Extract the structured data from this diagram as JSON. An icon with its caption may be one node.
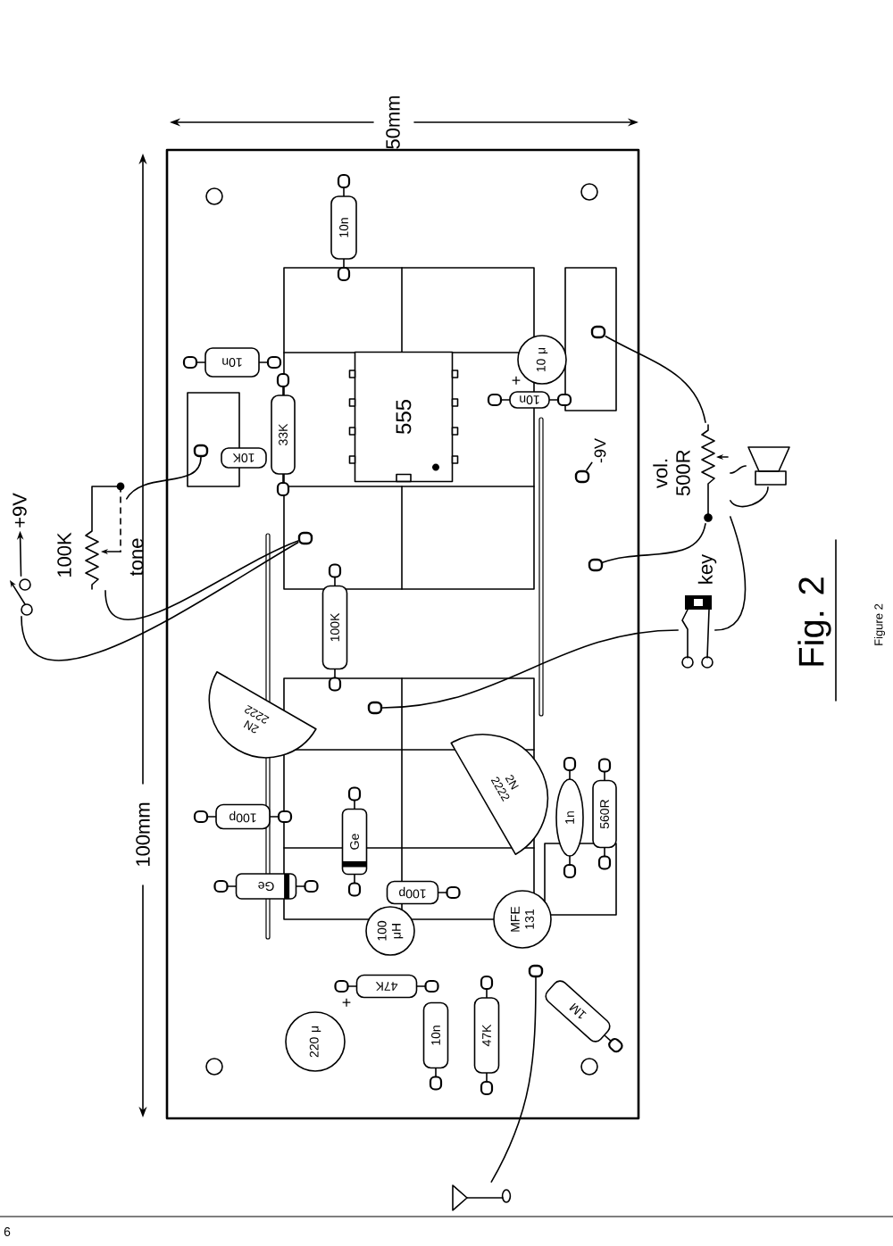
{
  "diagram": {
    "title": "Fig. 2",
    "caption": "Figure 2",
    "nodes": [
      {
        "text": [],
        "shape": "box"
      },
      {
        "text": [
          "+9V"
        ]
      },
      {
        "text": [],
        "shape": "switch"
      },
      {
        "text": [
          "100K",
          "tone"
        ]
      },
      {
        "text": [
          "vol. 500R"
        ]
      },
      {
        "text": [],
        "shape": "picture"
      },
      {
        "text": [
          "key"
        ]
      },
      {
        "text": [],
        "shape": "picture"
      },
      {
        "text": [
          "-9V"
        ],
        "in": 0
      },
      {
        "text": [],
        "shape": "pad",
        "in": 0
      },
      {
        "text": [],
        "shape": "pad",
        "in": 0
      },
      {
        "text": [],
        "shape": "pad",
        "in": 0
      },
      {
        "text": [],
        "shape": "pad",
        "in": 0
      },
      {
        "text": [],
        "shape": "pad",
        "in": 0
      },
      {
        "text": [],
        "shape": "pad",
        "in": 0
      },
      {
        "text": [],
        "shape": "pad",
        "in": 0
      }
    ],
    "edges": [
      {
        "from": 2,
        "to": 1,
        "arrow": "to"
      },
      {
        "from": 2,
        "to": 10,
        "arrow": "none"
      },
      {
        "from": 3,
        "to": 10,
        "arrow": "none"
      },
      {
        "from": 3,
        "to": 9,
        "arrow": "none"
      },
      {
        "from": 4,
        "to": 11,
        "arrow": "none"
      },
      {
        "from": 4,
        "to": 12,
        "arrow": "none"
      },
      {
        "from": 4,
        "to": 5,
        "arrow": "none"
      },
      {
        "from": 4,
        "to": 5,
        "arrow": "none"
      },
      {
        "from": 4,
        "to": 6,
        "arrow": "none"
      },
      {
        "from": 6,
        "to": 13,
        "arrow": "none"
      },
      {
        "from": 7,
        "to": 14,
        "arrow": "none"
      },
      {
        "from": 8,
        "to": 15,
        "arrow": "none"
      }
    ],
    "labels": [
      "50mm",
      "100mm",
      "10n",
      "10n",
      "10K",
      "33K",
      "555",
      "10 μ",
      "10n",
      "+",
      "100K",
      "2N 2222",
      "100p",
      "Ge",
      "2N 2222",
      "1n",
      "560R",
      "Ge",
      "100p",
      "100 μH",
      "MFE 131",
      "47K",
      "+",
      "220 μ",
      "10n",
      "47K",
      "1M",
      "6"
    ]
  }
}
